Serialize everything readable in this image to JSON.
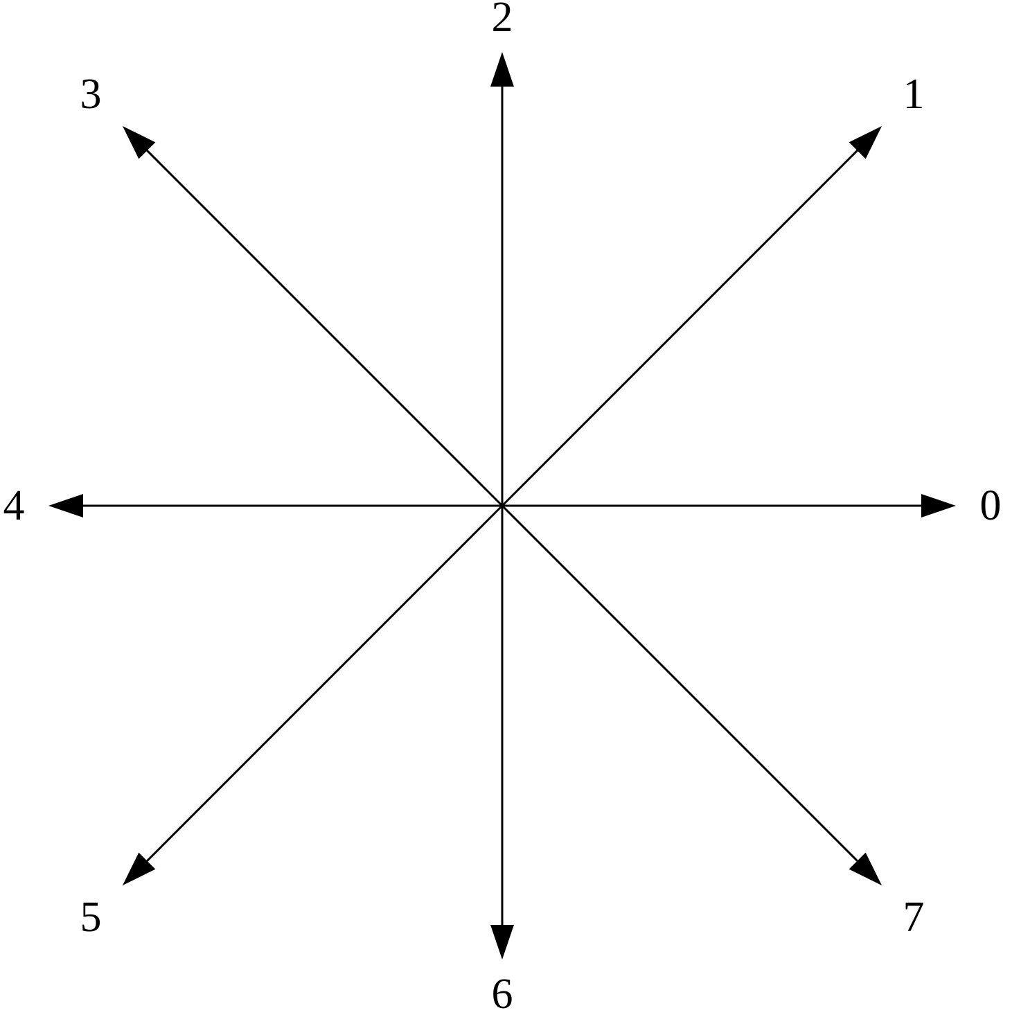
{
  "diagram": {
    "type": "direction-compass",
    "line_color": "#000000",
    "background": "#ffffff",
    "directions": [
      {
        "label": "0",
        "angle_deg": 0
      },
      {
        "label": "1",
        "angle_deg": 45
      },
      {
        "label": "2",
        "angle_deg": 90
      },
      {
        "label": "3",
        "angle_deg": 135
      },
      {
        "label": "4",
        "angle_deg": 180
      },
      {
        "label": "5",
        "angle_deg": 225
      },
      {
        "label": "6",
        "angle_deg": 270
      },
      {
        "label": "7",
        "angle_deg": 315
      }
    ]
  }
}
